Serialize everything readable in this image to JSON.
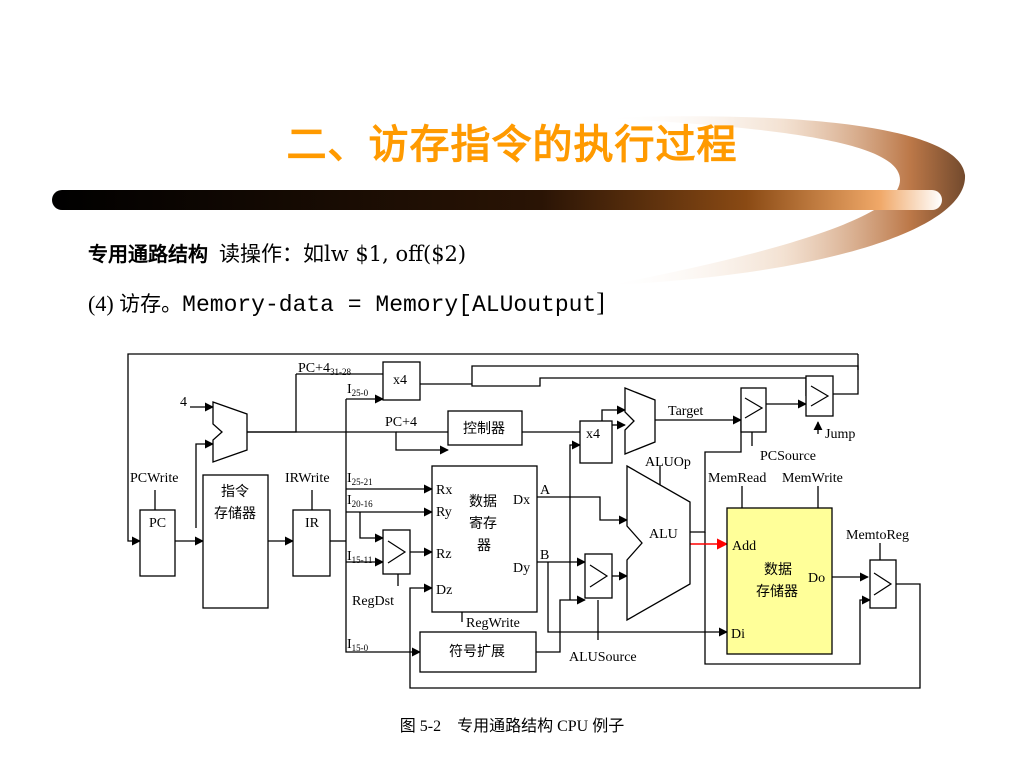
{
  "title": "二、访存指令的执行过程",
  "subtitle": {
    "heading": "专用通路结构",
    "operation": "读操作：如lw $1, off($2)"
  },
  "step": {
    "number": "(4)",
    "label": "访存。",
    "expression": "Memory-data = Memory[ALUoutput",
    "bracket": "]"
  },
  "diagram": {
    "pc_plus4_hi": "PC+4",
    "pc_plus4_hi_sub": "31-28",
    "x4_top": "x4",
    "i25_0": "I",
    "i25_0_sub": "25-0",
    "const4": "4",
    "pc_plus4": "PC+4",
    "controller": "控制器",
    "target": "Target",
    "x4_mid": "x4",
    "jump": "Jump",
    "pcsource": "PCSource",
    "aluop": "ALUOp",
    "memread": "MemRead",
    "memwrite": "MemWrite",
    "memtoreg": "MemtoReg",
    "pcwrite": "PCWrite",
    "irwrite": "IRWrite",
    "pc": "PC",
    "instr_mem_1": "指令",
    "instr_mem_2": "存储器",
    "ir": "IR",
    "i25_21": "I",
    "i25_21_sub": "25-21",
    "i20_16": "I",
    "i20_16_sub": "20-16",
    "i15_11": "I",
    "i15_11_sub": "15-11",
    "i15_0": "I",
    "i15_0_sub": "15-0",
    "rx": "Rx",
    "ry": "Ry",
    "rz": "Rz",
    "dz": "Dz",
    "dx": "Dx",
    "dy": "Dy",
    "regfile_1": "数据",
    "regfile_2": "寄存",
    "regfile_3": "器",
    "port_a": "A",
    "port_b": "B",
    "alu": "ALU",
    "regdst": "RegDst",
    "regwrite": "RegWrite",
    "signext": "符号扩展",
    "alusource": "ALUSource",
    "add": "Add",
    "dmem_1": "数据",
    "dmem_2": "存储器",
    "do": "Do",
    "di": "Di"
  },
  "caption": "图 5-2　专用通路结构 CPU 例子",
  "colors": {
    "title": "#ff9a00",
    "data_memory_fill": "#ffff99",
    "highlight_arrow": "#ff0000"
  }
}
